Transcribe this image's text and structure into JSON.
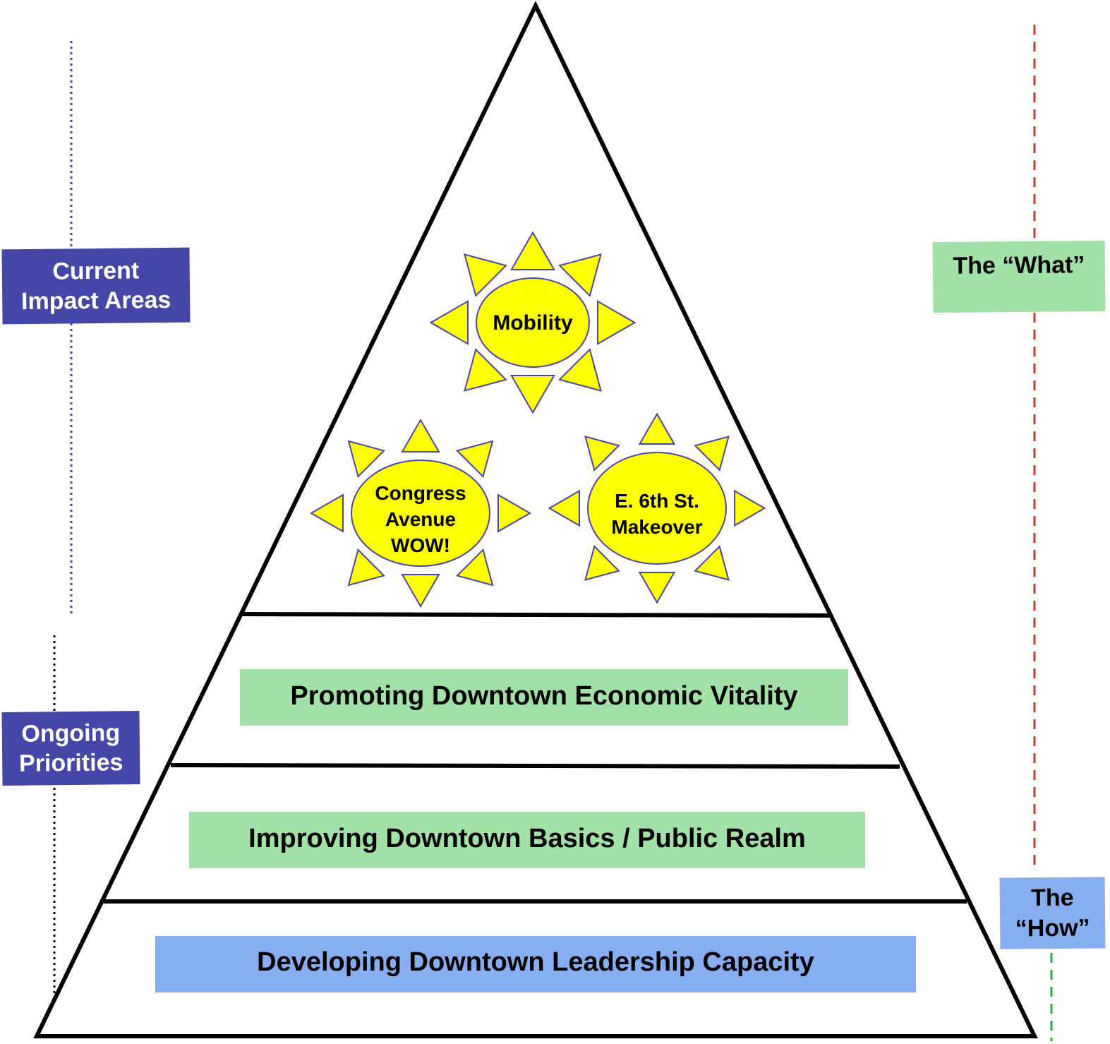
{
  "left_labels": {
    "current_impact_areas": "Current\nImpact Areas",
    "ongoing_priorities": "Ongoing\nPriorities"
  },
  "right_labels": {
    "the_what": "The “What”",
    "the_how": "The\n“How”"
  },
  "impact_areas": [
    {
      "lines": [
        "Mobility"
      ]
    },
    {
      "lines": [
        "Congress",
        "Avenue",
        "WOW!"
      ]
    },
    {
      "lines": [
        "E. 6th St.",
        "Makeover"
      ]
    }
  ],
  "tiers": [
    {
      "label": "Promoting Downtown Economic Vitality"
    },
    {
      "label": "Improving Downtown Basics / Public Realm"
    },
    {
      "label": "Developing Downtown Leadership Capacity"
    }
  ],
  "colors": {
    "purple_label": "#4446a8",
    "green_fill": "#a3e2a6",
    "blue_fill": "#86aef0",
    "sun_fill": "#ffff00",
    "sun_stroke": "#4a45a8",
    "red_dash": "#c0392b",
    "green_dash": "#2aa84a"
  }
}
